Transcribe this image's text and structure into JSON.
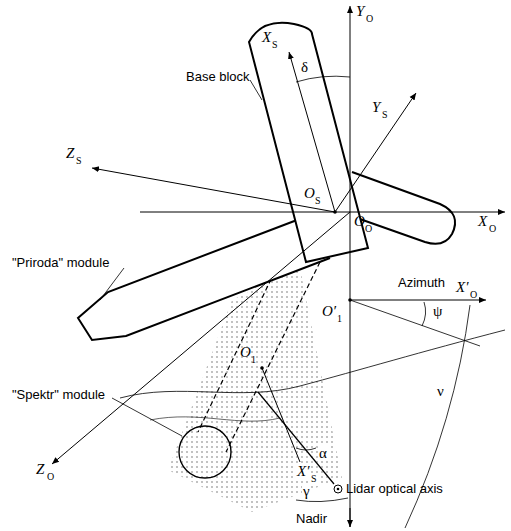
{
  "diagram": {
    "labels": [
      "Y",
      "O",
      "X",
      "S",
      "δ",
      "Base block",
      "Y",
      "S",
      "Z",
      "S",
      "O",
      "S",
      "O",
      "O",
      "X",
      "O",
      "\"Priroda\" module",
      "Azimuth",
      "X′",
      "O",
      "ψ",
      "O′",
      "1",
      "Z",
      "O",
      "O",
      "1",
      "ν",
      "\"Spektr\" module",
      "α",
      "X′",
      "S",
      "γ",
      "Lidar optical axis",
      "Nadir"
    ]
  }
}
